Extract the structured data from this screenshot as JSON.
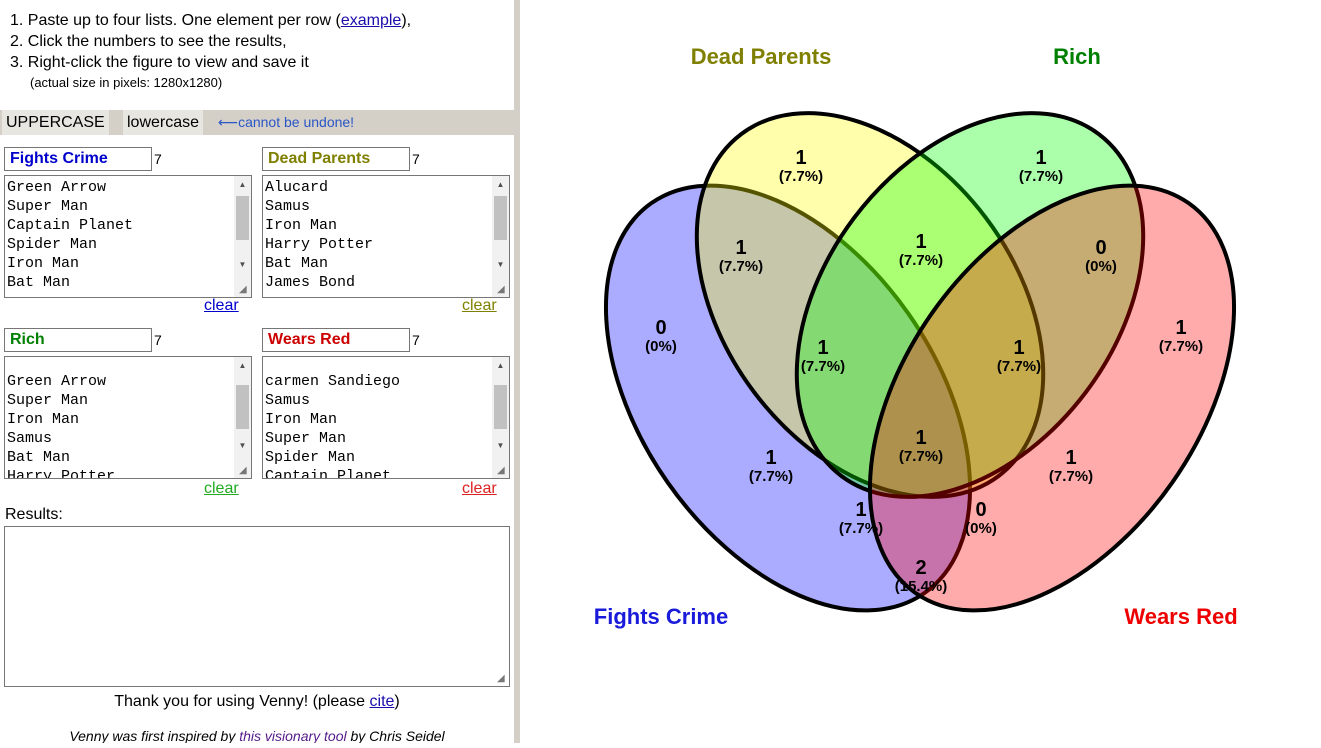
{
  "instructions": {
    "step1_prefix": "1. Paste up to four lists. One element per row (",
    "step1_link": "example",
    "step1_suffix": "),",
    "step2": "2. Click the numbers to see the results,",
    "step3": "3. Right-click the figure to view and save it",
    "size_note": "(actual size in pixels: 1280x1280)"
  },
  "case_buttons": {
    "upper": "UPPERCASE",
    "lower": "lowercase",
    "note": "⟵cannot be undone!"
  },
  "lists": [
    {
      "name": "Fights Crime",
      "count": "7",
      "color": "#0000cc",
      "clear": "clear",
      "lines": "Green Arrow\nSuper Man\nCaptain Planet\nSpider Man\nIron Man\nBat Man"
    },
    {
      "name": "Dead Parents",
      "count": "7",
      "color": "#808000",
      "clear": "clear",
      "lines": "Alucard\nSamus\nIron Man\nHarry Potter\nBat Man\nJames Bond"
    },
    {
      "name": "Rich",
      "count": "7",
      "color": "#008000",
      "clear": "clear",
      "lines": "Green Arrow\nSuper Man\nIron Man\nSamus\nBat Man\nHarry Potter"
    },
    {
      "name": "Wears Red",
      "count": "7",
      "color": "#cc0000",
      "clear": "clear",
      "lines": "carmen Sandiego\nSamus\nIron Man\nSuper Man\nSpider Man\nCaptain Planet"
    }
  ],
  "results": {
    "label": "Results:",
    "value": ""
  },
  "footer": {
    "thanks_prefix": "Thank you for using Venny!  (please ",
    "cite": "cite",
    "thanks_suffix": ")",
    "credit_prefix": "Venny was first inspired by ",
    "credit_link": "this visionary tool",
    "credit_suffix": " by Chris Seidel"
  },
  "venn": {
    "labels": {
      "dead_parents": "Dead Parents",
      "rich": "Rich",
      "fights_crime": "Fights Crime",
      "wears_red": "Wears Red"
    },
    "colors": {
      "fights_crime": "#0000ff",
      "dead_parents": "#ffff00",
      "rich": "#00ff00",
      "wears_red": "#ff0000",
      "label_fights_crime": "#1a1adb",
      "label_dead_parents": "#808000",
      "label_rich": "#008000",
      "label_wears_red": "#ee0000"
    },
    "regions": [
      {
        "id": "dead-parents-only",
        "count": "1",
        "pct": "(7.7%)"
      },
      {
        "id": "rich-only",
        "count": "1",
        "pct": "(7.7%)"
      },
      {
        "id": "fights-crime-dead-parents",
        "count": "1",
        "pct": "(7.7%)"
      },
      {
        "id": "dead-parents-rich",
        "count": "1",
        "pct": "(7.7%)"
      },
      {
        "id": "rich-wears-red",
        "count": "0",
        "pct": "(0%)"
      },
      {
        "id": "fights-crime-only",
        "count": "0",
        "pct": "(0%)"
      },
      {
        "id": "fights-crime-dead-parents-rich",
        "count": "1",
        "pct": "(7.7%)"
      },
      {
        "id": "dead-parents-rich-wears-red",
        "count": "1",
        "pct": "(7.7%)"
      },
      {
        "id": "wears-red-only",
        "count": "1",
        "pct": "(7.7%)"
      },
      {
        "id": "fights-crime-rich",
        "count": "1",
        "pct": "(7.7%)"
      },
      {
        "id": "all-four",
        "count": "1",
        "pct": "(7.7%)"
      },
      {
        "id": "dead-parents-wears-red",
        "count": "1",
        "pct": "(7.7%)"
      },
      {
        "id": "fights-crime-rich-wears-red",
        "count": "1",
        "pct": "(7.7%)"
      },
      {
        "id": "fights-crime-dead-parents-wears-red",
        "count": "0",
        "pct": "(0%)"
      },
      {
        "id": "fights-crime-wears-red",
        "count": "2",
        "pct": "(15.4%)"
      }
    ]
  }
}
